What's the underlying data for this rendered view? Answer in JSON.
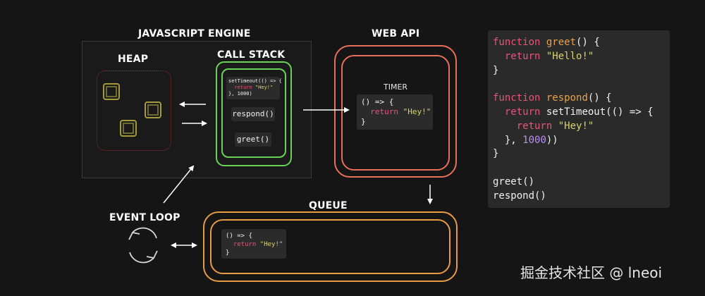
{
  "labels": {
    "engine": "JAVASCRIPT ENGINE",
    "heap": "HEAP",
    "call_stack": "CALL STACK",
    "web_api": "WEB API",
    "timer": "TIMER",
    "queue": "QUEUE",
    "event_loop": "EVENT LOOP"
  },
  "call_stack_frames": [
    {
      "line1": "setTimeout(() => {",
      "line2_kw": "return",
      "line2_str": "\"Hey!\"",
      "line3": "}, 1000)"
    },
    {
      "text": "respond()"
    },
    {
      "text": "greet()"
    }
  ],
  "callback": {
    "open": "() => {",
    "ret_kw": "return",
    "ret_str": "\"Hey!\"",
    "close": "}"
  },
  "code": {
    "kw_function": "function",
    "kw_return": "return",
    "fn_greet": "greet",
    "fn_respond": "respond",
    "str_hello": "\"Hello!\"",
    "str_hey": "\"Hey!\"",
    "num_delay": "1000",
    "call_set_timeout": "setTimeout",
    "call_greet": "greet()",
    "call_respond": "respond()"
  },
  "colors": {
    "heap": "#9a2b2b",
    "call_stack": "#6bd15a",
    "web_api": "#e8705a",
    "queue": "#e89a44",
    "keyword": "#e9547a",
    "function_name": "#e8a34a",
    "string": "#d9d26a",
    "number": "#b891f0"
  },
  "icons": {
    "event_loop": "refresh-cycle-icon"
  },
  "watermark": "掘金技术社区 @ lneoi"
}
